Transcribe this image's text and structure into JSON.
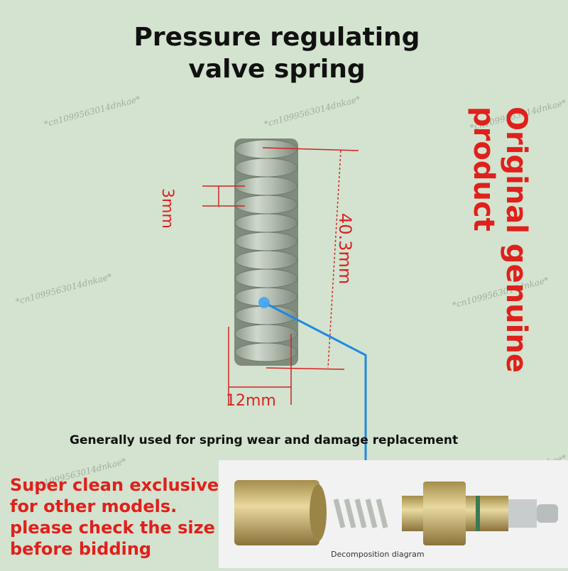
{
  "title_lines": [
    "Pressure regulating",
    "valve spring"
  ],
  "side_label_lines": [
    "Original genuine",
    "product"
  ],
  "dimensions": {
    "wire": "3mm",
    "length": "40.3mm",
    "diameter": "12mm"
  },
  "usage_note": "Generally used for spring wear and damage replacement",
  "notice_lines": [
    "Super clean exclusive",
    "for other models.",
    "please check the size",
    "before bidding"
  ],
  "decomposition_caption": "Decomposition diagram",
  "watermark": "*cn1099563014dnkae*",
  "colors": {
    "background": "#d3e3cf",
    "accent_red": "#e0201b",
    "pointer_blue": "#1e88e5",
    "dimension_red": "#d22222"
  }
}
